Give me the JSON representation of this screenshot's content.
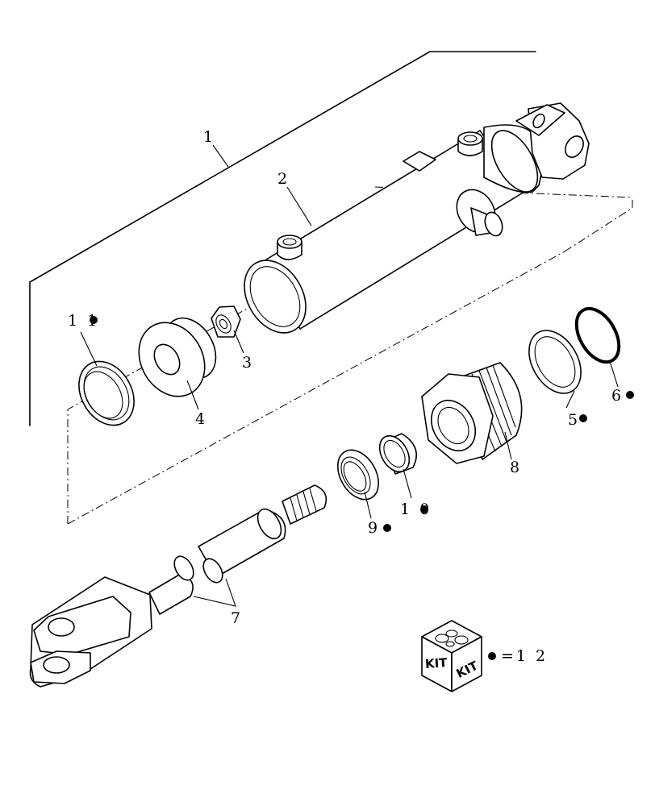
{
  "callouts": {
    "c1": "1",
    "c2": "2",
    "c3": "3",
    "c4": "4",
    "c5": "5",
    "c6": "6",
    "c7": "7",
    "c8": "8",
    "c9": "9",
    "c10": "1 0",
    "c11": "1 1"
  },
  "kit": {
    "face_left": "KIT",
    "face_right": "KIT",
    "legend": "=1 2"
  },
  "marker_icon": "filled-circle-icon"
}
